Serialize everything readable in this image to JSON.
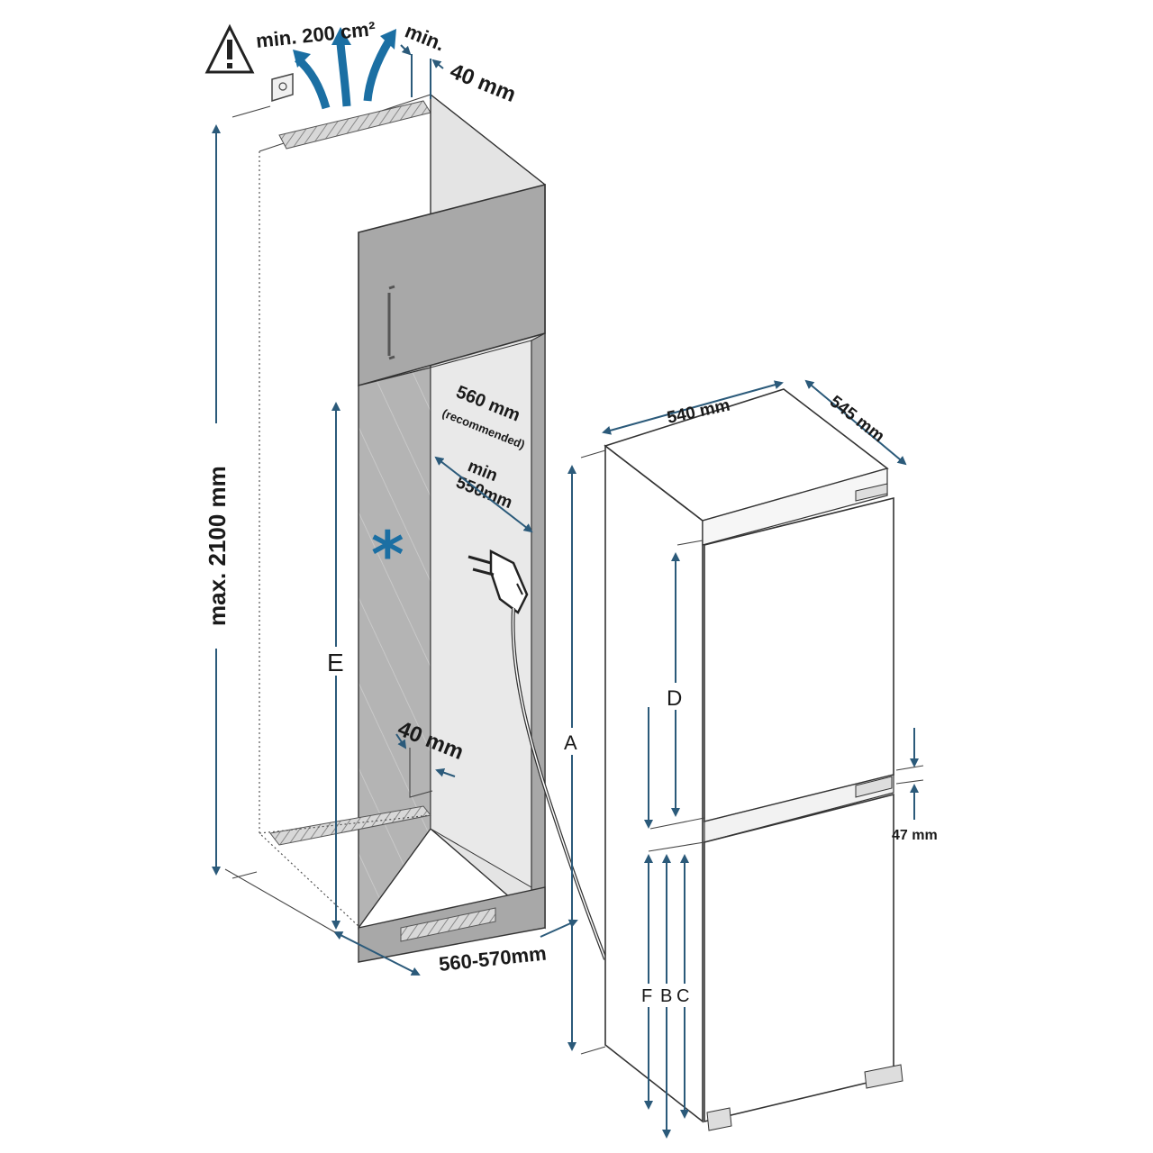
{
  "labels": {
    "vent_area": "min. 200 cm²",
    "gap_top_min": "min.",
    "gap_top_value": "40 mm",
    "max_height": "max. 2100 mm",
    "niche_depth": "560 mm",
    "niche_depth_note": "(recommended)",
    "min_depth_word": "min",
    "min_depth_value": "550mm",
    "bottom_gap": "40 mm",
    "niche_width": "560-570mm",
    "width": "540 mm",
    "depth": "545 mm",
    "door_gap": "47 mm",
    "dim_a": "A",
    "dim_b": "B",
    "dim_c": "C",
    "dim_d": "D",
    "dim_e": "E",
    "dim_f": "F"
  },
  "icons": {
    "warning": "warning-triangle-icon",
    "socket": "wall-socket-icon",
    "plug": "power-plug-icon",
    "asterisk": "asterisk-icon"
  },
  "colors": {
    "arrow_blue": "#1b6fa3",
    "dim_blue": "#2b5a7a",
    "cabinet_grey": "#a8a8a8",
    "panel_light": "#e6e6e6"
  }
}
